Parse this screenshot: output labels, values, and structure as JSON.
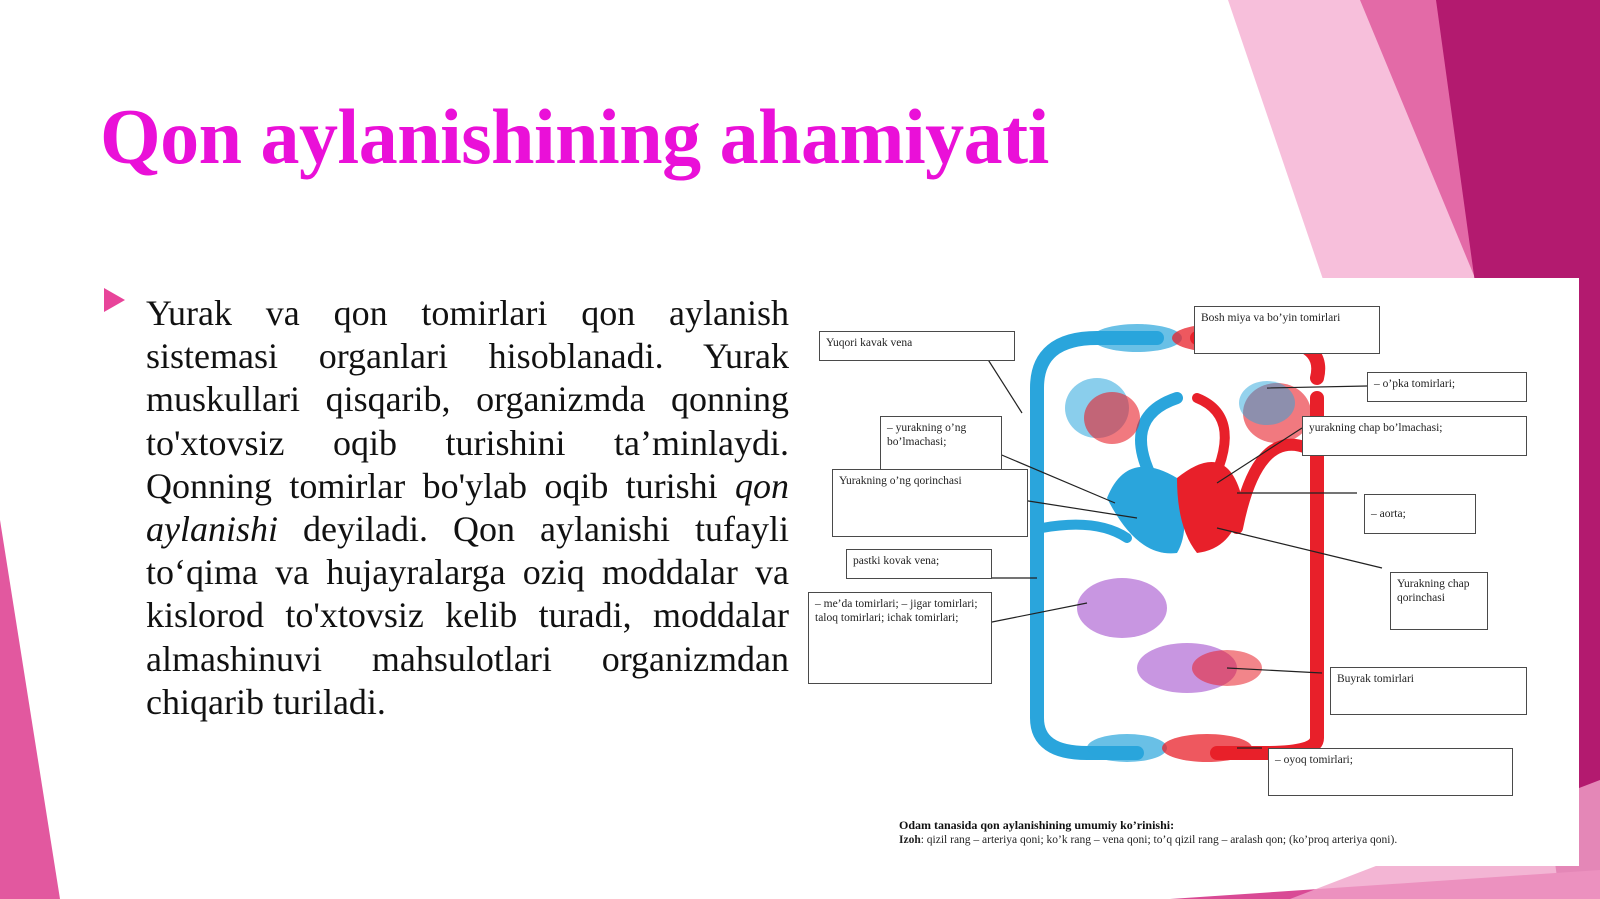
{
  "slide": {
    "title": "Qon aylanishining ahamiyati",
    "title_color": "#ea10d8",
    "accent_color": "#e8449a",
    "body_text": {
      "part1": "Yurak va qon tomirlari qon aylanish sistemasi organlari hisoblanadi. Yurak muskullari qisqarib, organizmda qonning to'xtovsiz oqib turishini ta’minlaydi. Qonning tomirlar bo'ylab oqib turishi ",
      "italic": "qon aylanishi",
      "part2": " deyiladi. Qon aylanishi tufayli to‘qima va hujayralarga oziq moddalar va kislorod to'xtovsiz kelib turadi, moddalar almashinuvi mahsulotlari organizmdan chiqarib turiladi."
    }
  },
  "diagram": {
    "labels": {
      "yuqori_kavak_vena": "Yuqori kavak vena",
      "bosh_miya": "Bosh miya va bo’yin tomirlari",
      "opka_tomirlari": "– o’pka tomirlari;",
      "yurakning_ong_bolmachasi": "– yurakning o’ng bo’lmachasi;",
      "yurakning_chap_bolmachasi": "yurakning chap bo’lmachasi;",
      "yurakning_ong_qorinchasi": "Yurakning o’ng qorinchasi",
      "aorta": "– aorta;",
      "pastki_kavak_vena": "pastki kovak vena;",
      "yurakning_chap_qorinchasi": "Yurakning chap qorinchasi",
      "meda_tomirlari": "– me’da tomirlari; – jigar tomirlari; taloq tomirlari; ichak tomirlari;",
      "buyrak_tomirlari": "Buyrak tomirlari",
      "oyoq_tomirlari": "– oyoq tomirlari;"
    },
    "caption_title": "Odam tanasida qon aylanishining umumiy ko’rinishi:",
    "caption_note_label": "Izoh",
    "caption_note": ": qizil rang – arteriya qoni; ko’k rang – vena qoni; to’q qizil rang – aralash qon; (ko’proq arteriya qoni).",
    "colors": {
      "artery": "#e8202a",
      "vein": "#2aa5dc",
      "mixed": "#9b3fc8"
    }
  }
}
